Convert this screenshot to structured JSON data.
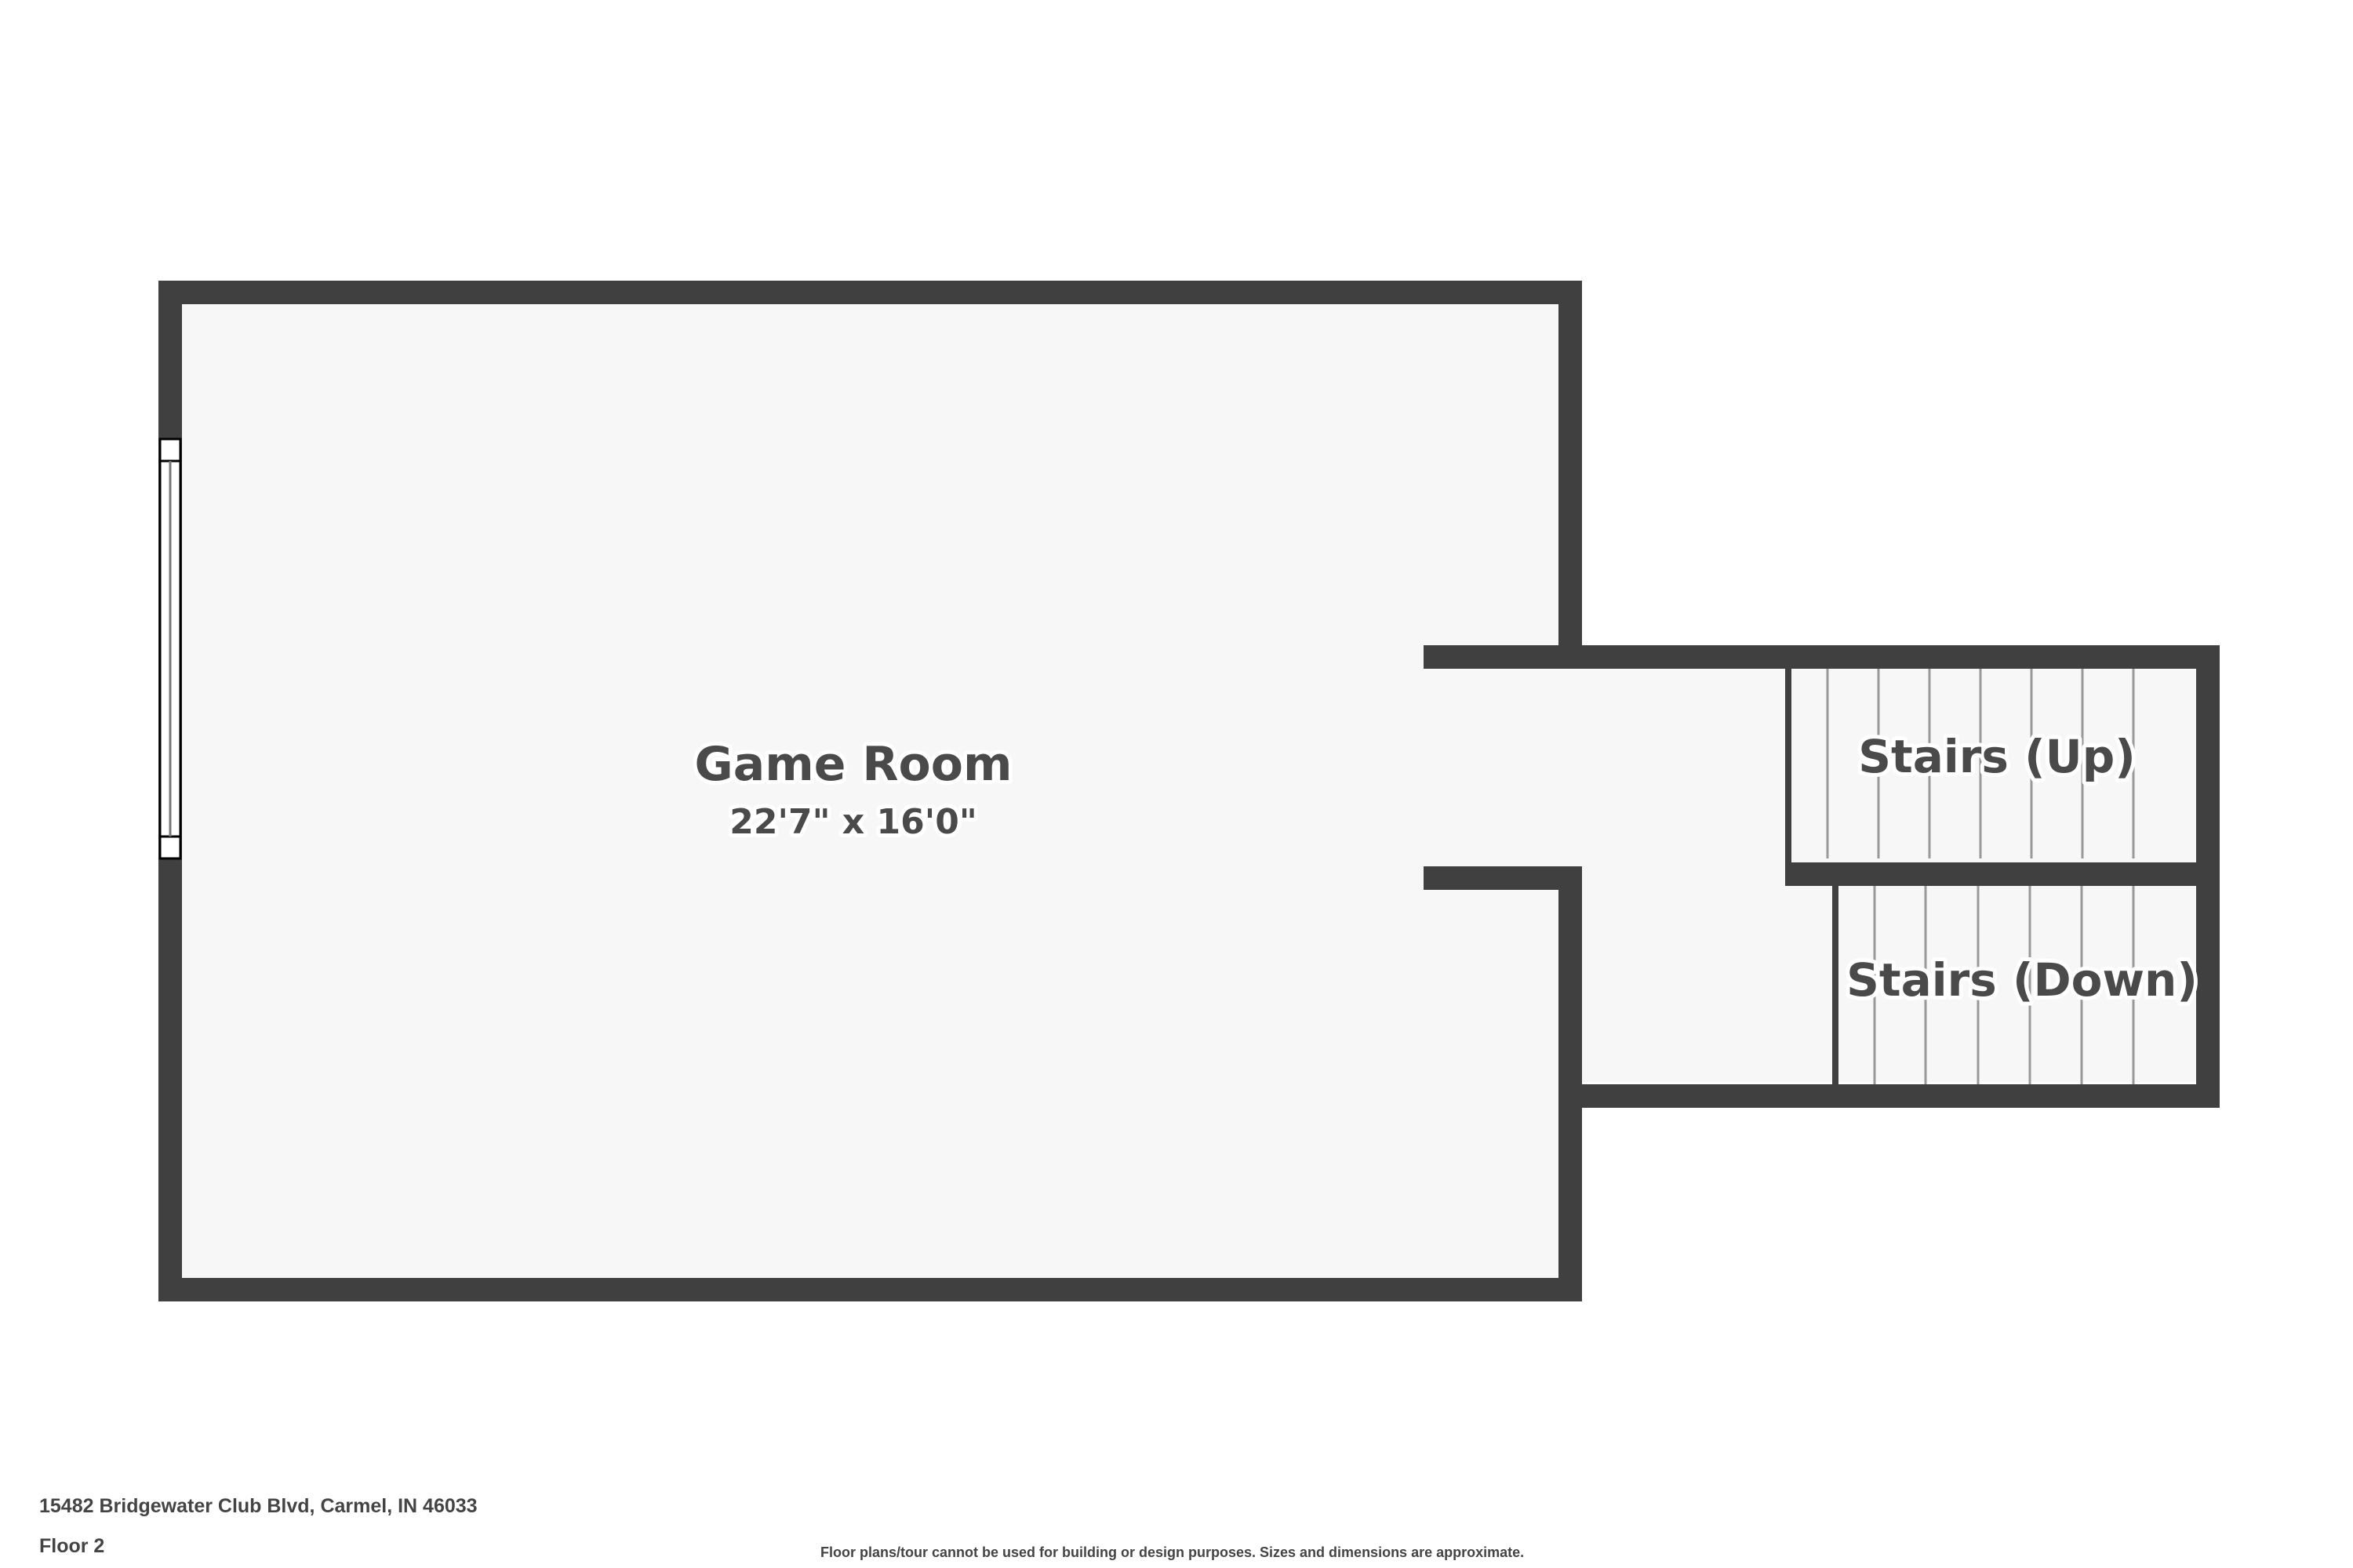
{
  "rooms": [
    {
      "name": "Game Room",
      "dimensions": "22'7\" x 16'0\""
    },
    {
      "name": "Stairs (Up)"
    },
    {
      "name": "Stairs (Down)"
    }
  ],
  "footer": {
    "address": "15482 Bridgewater Club Blvd, Carmel, IN 46033",
    "floor": "Floor 2",
    "disclaimer": "Floor plans/tour cannot be used for building or design purposes. Sizes and dimensions are approximate."
  },
  "colors": {
    "wall": "#404040",
    "floor": "#f7f7f7",
    "text": "#4a4a4a"
  }
}
